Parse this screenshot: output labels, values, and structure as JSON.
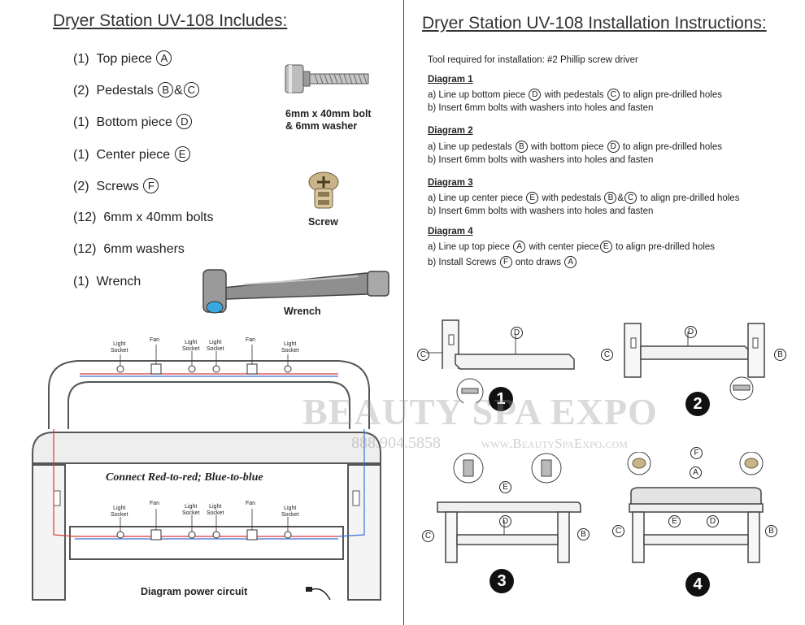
{
  "left": {
    "heading": "Dryer Station UV-108  Includes:",
    "items": [
      {
        "qty": "(1)",
        "name": "Top piece",
        "marks": [
          "A"
        ]
      },
      {
        "qty": "(2)",
        "name": "Pedestals",
        "marks": [
          "B",
          "C"
        ],
        "joiner": "&"
      },
      {
        "qty": "(1)",
        "name": "Bottom piece",
        "marks": [
          "D"
        ]
      },
      {
        "qty": "(1)",
        "name": "Center piece",
        "marks": [
          "E"
        ]
      },
      {
        "qty": "(2)",
        "name": "Screws",
        "marks": [
          "F"
        ]
      },
      {
        "qty": "(12)",
        "name": "6mm x 40mm bolts"
      },
      {
        "qty": "(12)",
        "name": "6mm washers"
      },
      {
        "qty": "(1)",
        "name": "Wrench"
      }
    ],
    "bolt_caption_1": "6mm x 40mm bolt",
    "bolt_caption_2": "& 6mm washer",
    "screw_caption": "Screw",
    "wrench_caption": "Wrench",
    "wiring": {
      "label_light": "Light",
      "label_socket": "Socket",
      "label_fan": "Fan",
      "connect_note": "Connect Red-to-red; Blue-to-blue",
      "caption": "Diagram power circuit"
    }
  },
  "right": {
    "heading": "Dryer Station UV-108 Installation Instructions:",
    "tool": "Tool required for installation:  #2 Phillip screw driver",
    "diagrams": [
      {
        "title": "Diagram 1",
        "a": {
          "pre": "a) Line up bottom piece",
          "m1": "D",
          "mid": "with pedestals",
          "m2": "C",
          "post": "to align pre-drilled holes"
        },
        "b": "b) Insert 6mm bolts with washers into holes and fasten"
      },
      {
        "title": "Diagram 2",
        "a": {
          "pre": "a) Line up pedestals",
          "m1": "B",
          "mid": "with bottom piece",
          "m2": "D",
          "post": "to align pre-drilled holes"
        },
        "b": "b) Insert 6mm bolts with washers into holes and fasten"
      },
      {
        "title": "Diagram 3",
        "a": {
          "pre": "a) Line up center piece",
          "m1": "E",
          "mid": "with pedestals",
          "m2": "B",
          "amp": "&",
          "m3": "C",
          "post": "to align pre-drilled holes"
        },
        "b": "b) Insert 6mm bolts with washers into holes and fasten"
      },
      {
        "title": "Diagram 4",
        "a": {
          "pre": "a) Line up top piece",
          "m1": "A",
          "mid": "with center piece",
          "m2": "E",
          "post": "to align pre-drilled holes"
        },
        "b": {
          "pre": "b) Install Screws",
          "m1": "F",
          "mid": "onto draws",
          "m2": "A"
        }
      }
    ],
    "steps": [
      "1",
      "2",
      "3",
      "4"
    ],
    "letters": [
      "A",
      "B",
      "C",
      "D",
      "E",
      "F"
    ]
  },
  "watermark": {
    "brand": "BEAUTY SPA EXPO",
    "phone": "888.904.5858",
    "site": "www.BeautySpaExpo.com"
  },
  "colors": {
    "red_wire": "#d83a3a",
    "blue_wire": "#3a6fd8",
    "text": "#222222"
  }
}
